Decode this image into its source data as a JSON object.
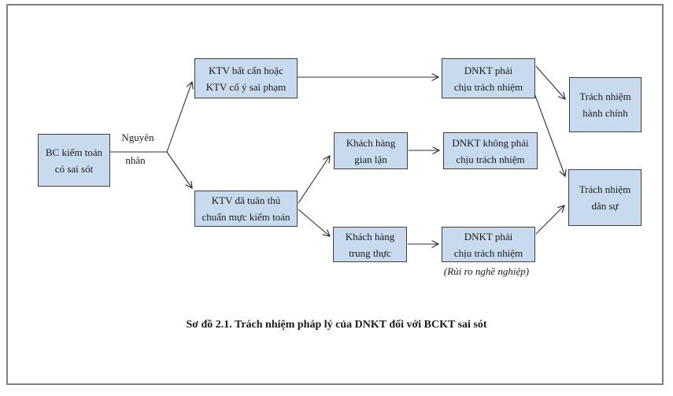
{
  "figure": {
    "caption": "Sơ đồ 2.1. Trách nhiệm pháp lý của DNKT đối với BCKT sai sót"
  },
  "labels": {
    "cause_line1": "Nguyên",
    "cause_line2": "nhân",
    "risk_note": "(Rủi ro nghề nghiệp)"
  },
  "nodes": {
    "bc_sai_sot": {
      "line1": "BC kiểm toán",
      "line2": "có sai sót"
    },
    "ktv_bat_can": {
      "line1": "KTV bất cẩn hoặc",
      "line2": "KTV cố ý sai phạm"
    },
    "dnkt_phai_top": {
      "line1": "DNKT phải",
      "line2": "chịu trách nhiệm"
    },
    "khach_gian_lan": {
      "line1": "Khách hàng",
      "line2": "gian lận"
    },
    "dnkt_khong_phai": {
      "line1": "DNKT không phải",
      "line2": "chịu trách nhiệm"
    },
    "ktv_tuan_thu": {
      "line1": "KTV đã tuân thủ",
      "line2": "chuẩn mực kiểm toán"
    },
    "khach_trung_thuc": {
      "line1": "Khách hàng",
      "line2": "trung thực"
    },
    "dnkt_phai_bottom": {
      "line1": "DNKT phải",
      "line2": "chịu trách nhiệm"
    },
    "trach_hanh_chinh": {
      "line1": "Trách nhiệm",
      "line2": "hành chính"
    },
    "trach_dan_su": {
      "line1": "Trách nhiệm",
      "line2": "dân sự"
    }
  },
  "colors": {
    "box_fill": "#c8daed",
    "box_border": "#3f3f3f",
    "arrow": "#303030",
    "frame": "#808080"
  }
}
